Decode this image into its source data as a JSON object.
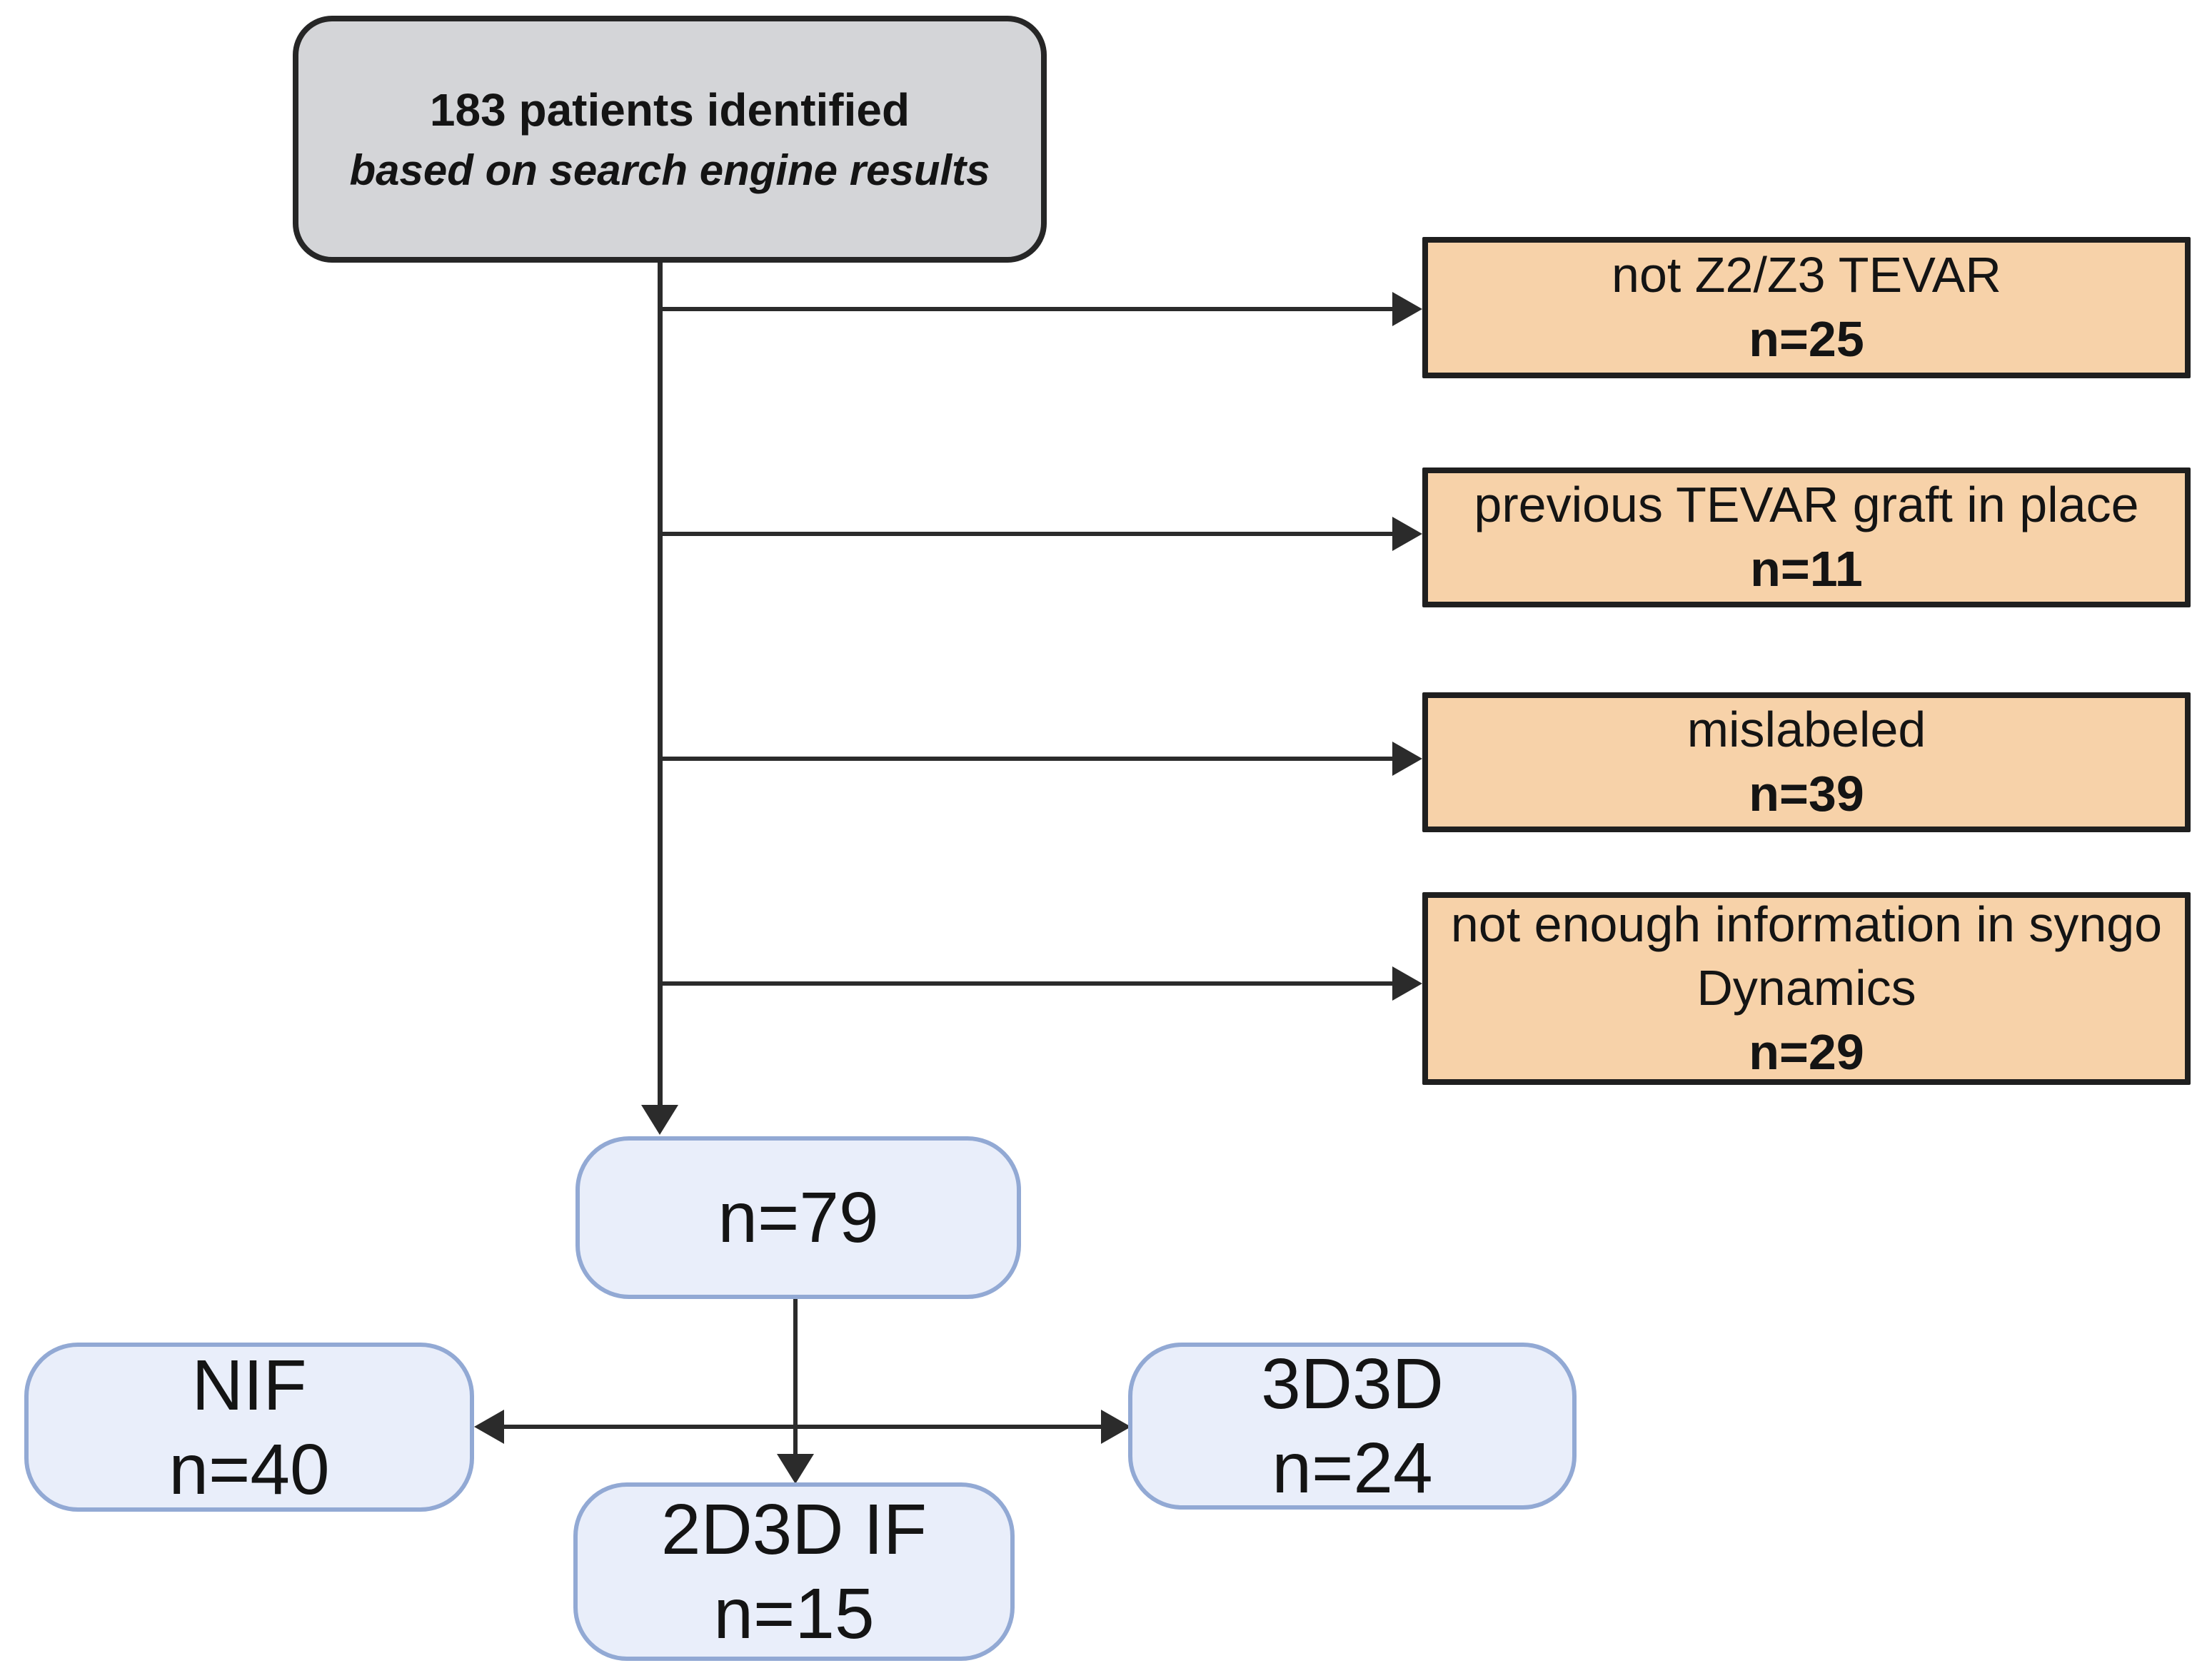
{
  "diagram_type": "flowchart",
  "colors": {
    "source_fill": "#d4d5d8",
    "source_border": "#262626",
    "exclusion_fill": "#f7d2a9",
    "exclusion_border": "#1f1f1f",
    "group_fill": "#e9eefa",
    "group_border": "#92a9d4",
    "connector": "#2b2b2b",
    "text": "#141414"
  },
  "nodes": {
    "source": {
      "line1": "183 patients identified",
      "line2": "based on search engine results"
    },
    "included": {
      "n": "n=79"
    },
    "nif": {
      "label": "NIF",
      "n": "n=40"
    },
    "if_2d3d": {
      "label": "2D3D IF",
      "n": "n=15"
    },
    "threed3d": {
      "label": "3D3D",
      "n": "n=24"
    }
  },
  "exclusions": [
    {
      "label": "not Z2/Z3 TEVAR",
      "n": "n=25"
    },
    {
      "label": "previous TEVAR graft in place",
      "n": "n=11"
    },
    {
      "label": "mislabeled",
      "n": "n=39"
    },
    {
      "label": "not enough information in syngo Dynamics",
      "n": "n=29"
    }
  ]
}
